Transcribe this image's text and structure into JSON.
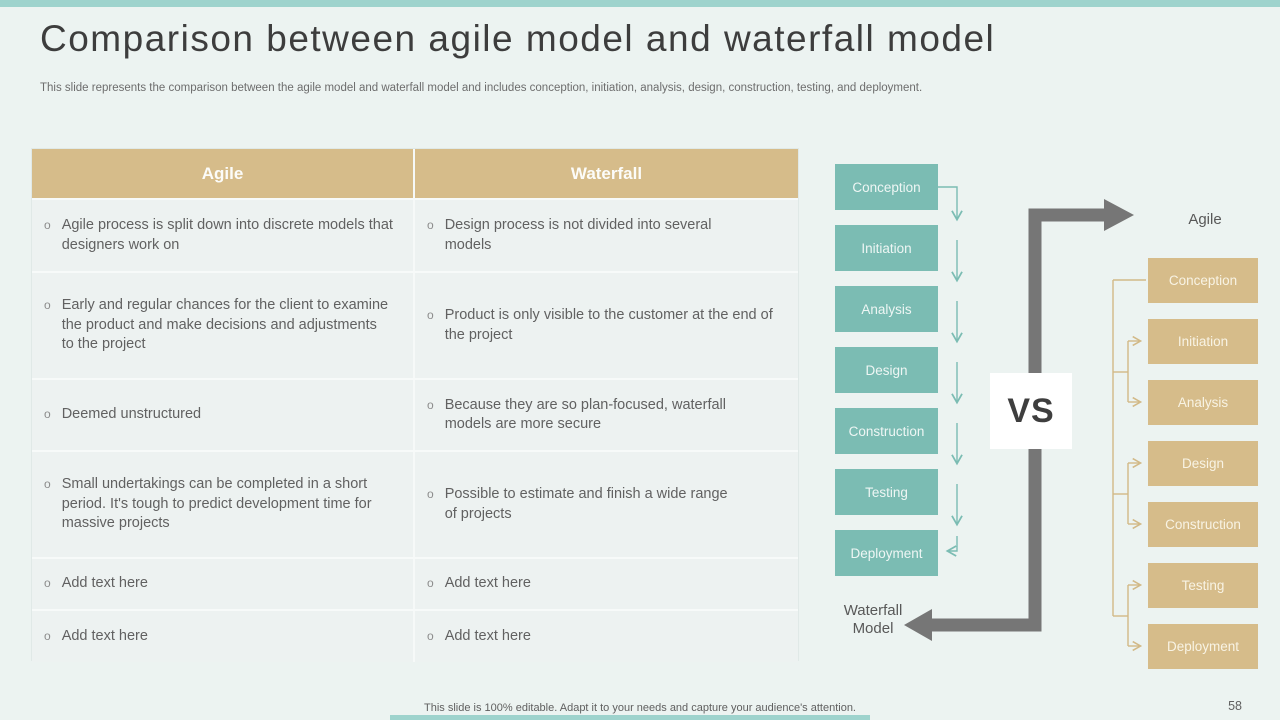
{
  "slide": {
    "title": "Comparison between agile model and waterfall model",
    "subtitle": "This slide represents the comparison between the agile model and waterfall model and includes conception, initiation, analysis, design, construction, testing, and deployment.",
    "footer": "This slide is 100% editable. Adapt it to your needs and capture your audience's attention.",
    "page_number": "58"
  },
  "table": {
    "bullet": "o",
    "headers": [
      "Agile",
      "Waterfall"
    ],
    "rows": [
      [
        "Agile process is split down into discrete models that designers work on",
        "Design process is not divided into several models"
      ],
      [
        "Early and regular chances for the client to examine the product and make decisions and adjustments to the project",
        "Product is only visible to the customer at the end of the project"
      ],
      [
        "Deemed unstructured",
        "Because they are so plan-focused, waterfall models are more secure"
      ],
      [
        "Small undertakings can be completed in a short period. It's tough to predict development time for massive projects",
        "Possible to estimate and finish a wide range of projects"
      ],
      [
        "Add text here",
        "Add text here"
      ],
      [
        "Add text here",
        "Add text here"
      ]
    ]
  },
  "diagram": {
    "vs_label": "VS",
    "waterfall": {
      "label": "Waterfall Model",
      "steps": [
        "Conception",
        "Initiation",
        "Analysis",
        "Design",
        "Construction",
        "Testing",
        "Deployment"
      ]
    },
    "agile": {
      "label": "Agile",
      "steps": [
        "Conception",
        "Initiation",
        "Analysis",
        "Design",
        "Construction",
        "Testing",
        "Deployment"
      ]
    }
  },
  "colors": {
    "background": "#ecf3f1",
    "accent_bar": "#9ed3cd",
    "teal_box": "#7bbcb3",
    "tan_box": "#d6bc8a",
    "arrow_gray": "#767676",
    "body_text": "#616161"
  }
}
